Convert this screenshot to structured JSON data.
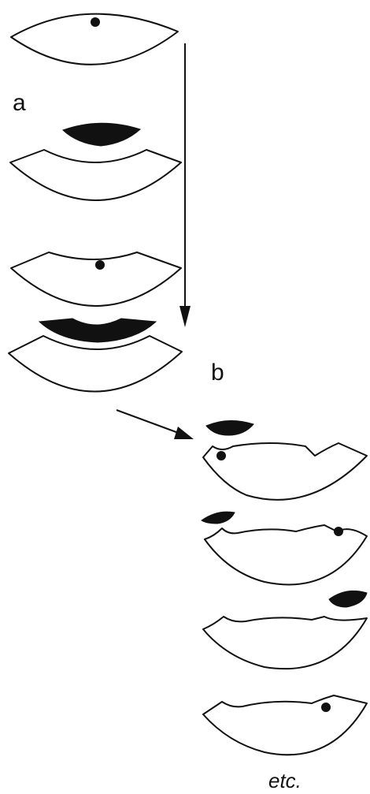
{
  "labels": {
    "a": "a",
    "b": "b",
    "etc": "etc."
  },
  "colors": {
    "ink": "#111111",
    "background": "#ffffff"
  }
}
